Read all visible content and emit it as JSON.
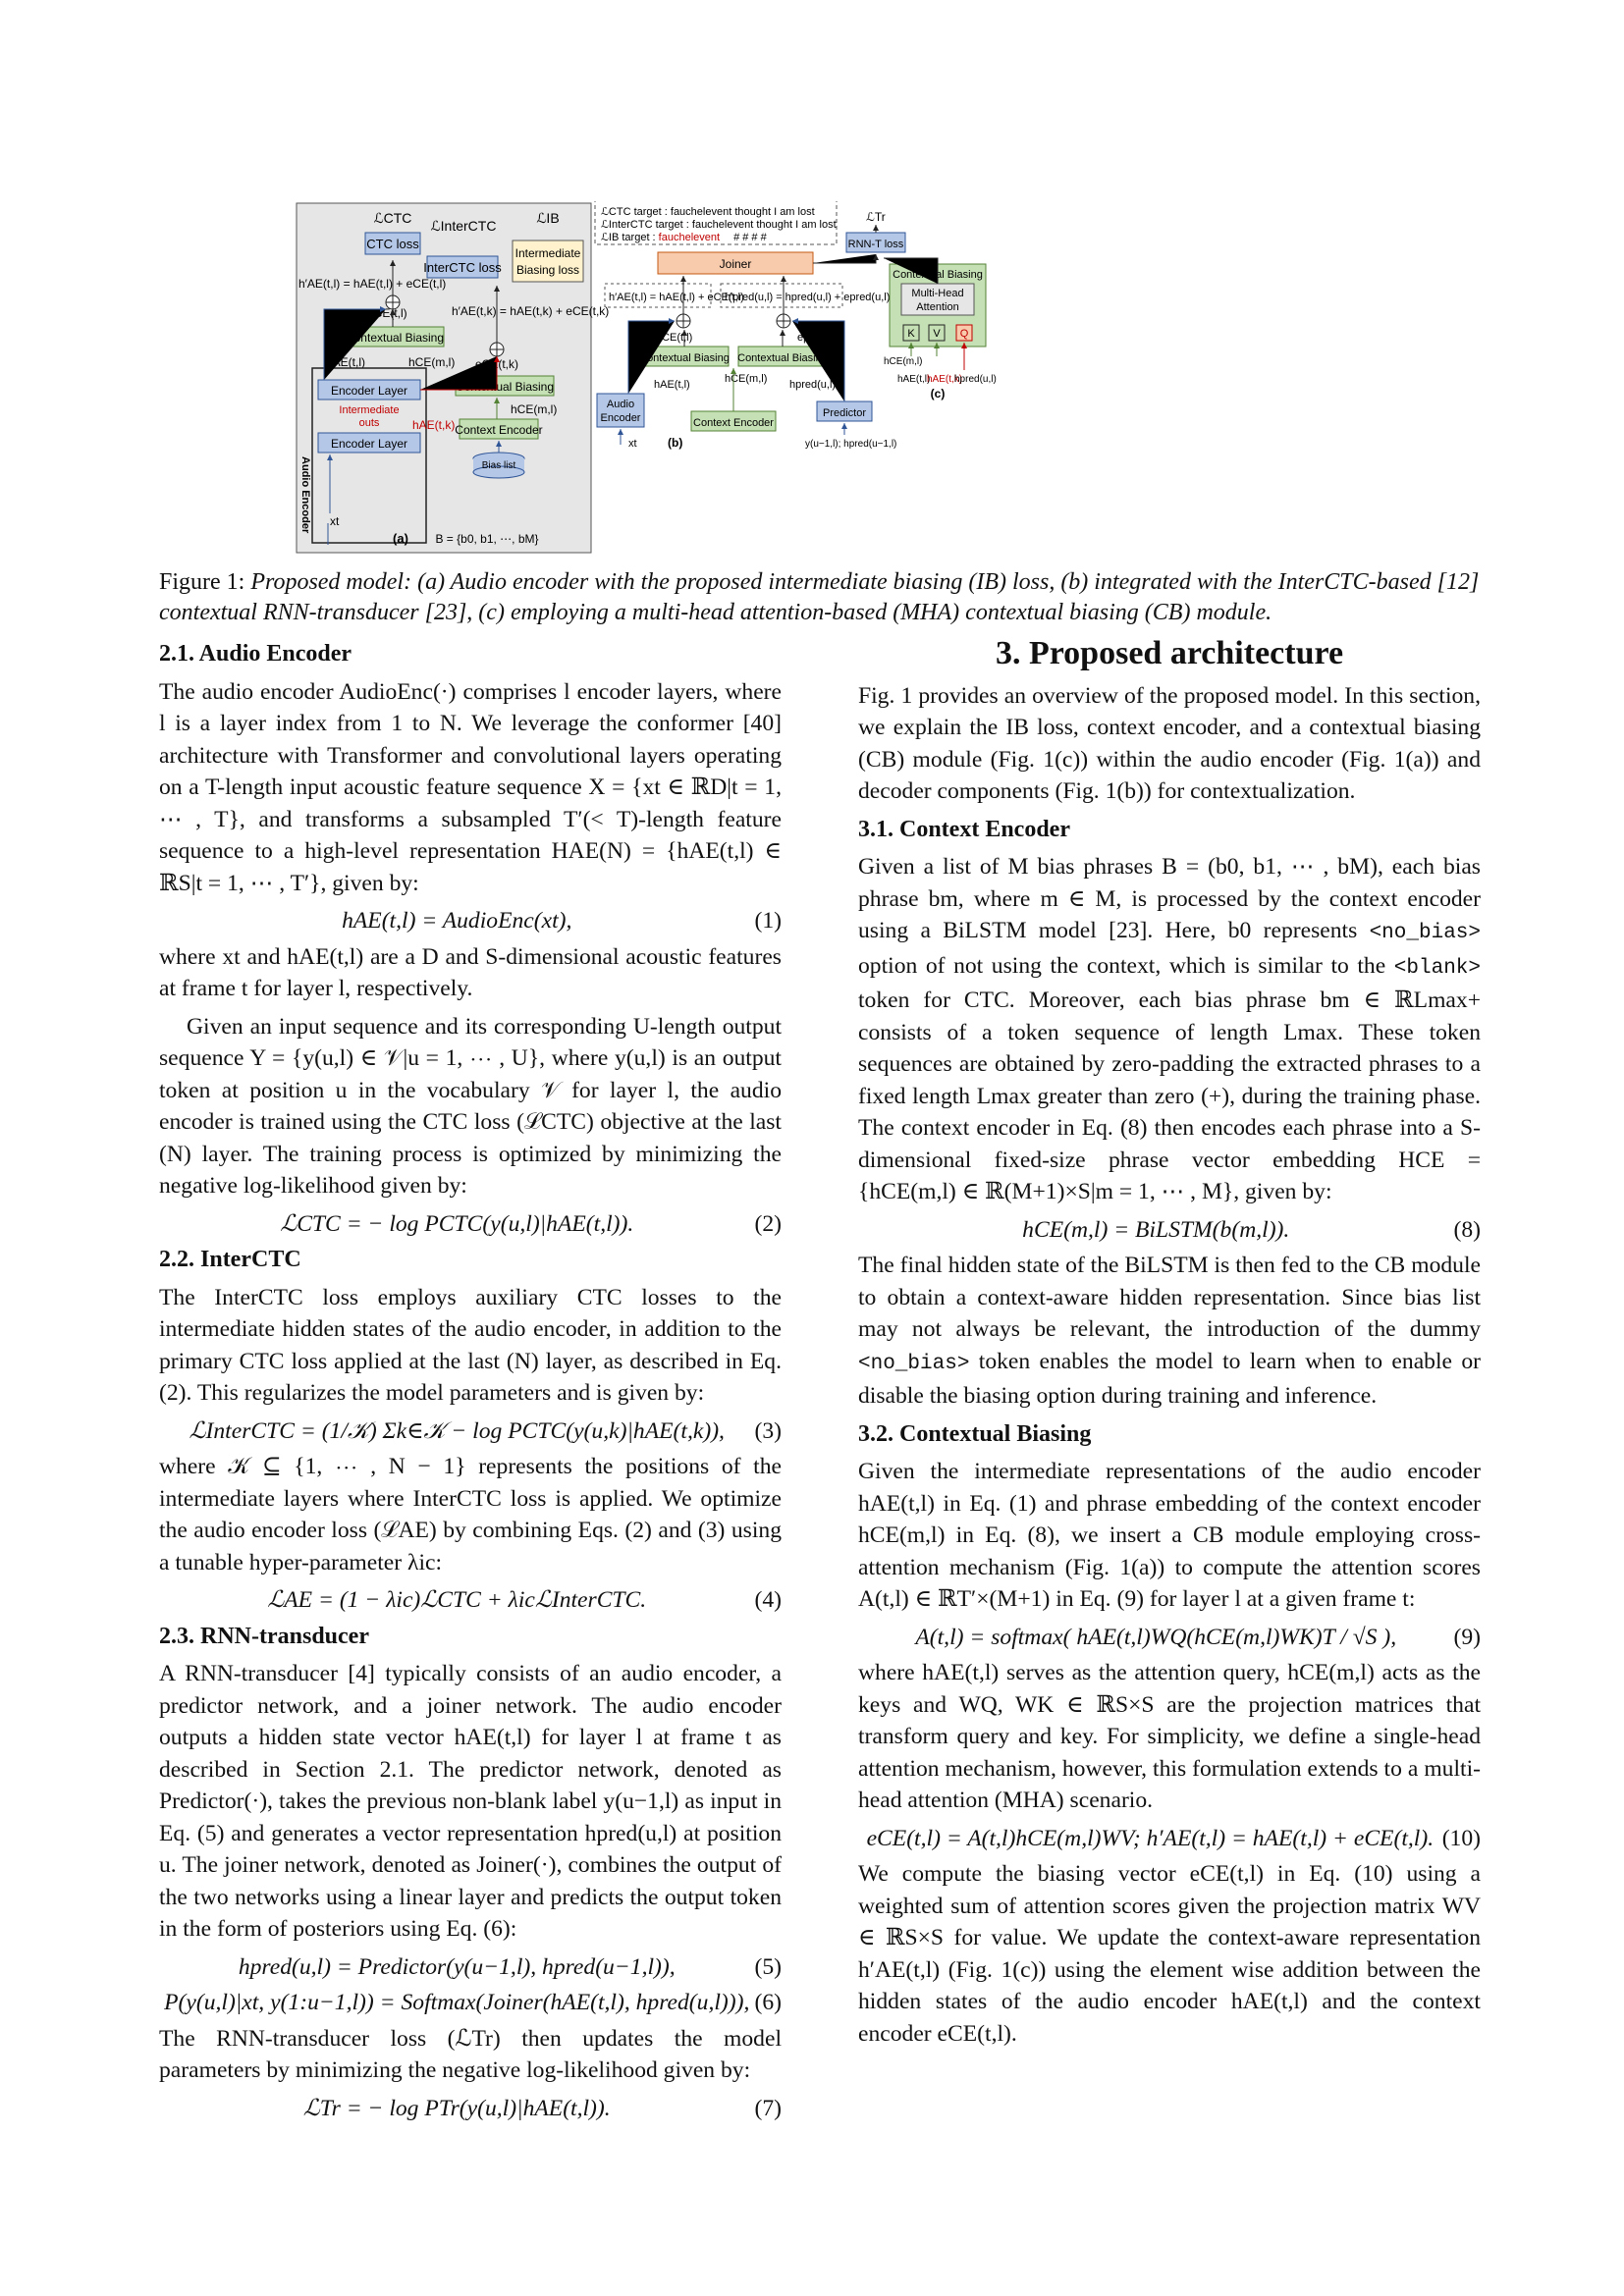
{
  "figure": {
    "a": {
      "label": "(a)",
      "l_ctc": "ℒCTC",
      "ctc_loss": "CTC loss",
      "l_interctc": "ℒInterCTC",
      "interctc_loss": "InterCTC loss",
      "l_ib": "ℒIB",
      "ib_loss_1": "Intermediate",
      "ib_loss_2": "Biasing loss",
      "h_update_top": "h′AE(t,l) = hAE(t,l) + eCE(t,l)",
      "h_update_k": "h′AE(t,k) = hAE(t,k) + eCE(t,k)",
      "e_ce_tl": "eCE(t,l)",
      "e_ce_tk": "eCE(t,k)",
      "cb_1": "Contextual Biasing",
      "cb_2": "Contextual Biasing",
      "h_ae_tl": "hAE(t,l)",
      "h_ce_ml_1": "hCE(m,l)",
      "h_ce_ml_2": "hCE(m,l)",
      "h_ae_tk": "hAE(t,k)",
      "encoder_layer_top": "Encoder Layer",
      "intermediate_outs_1": "Intermediate",
      "intermediate_outs_2": "outs",
      "encoder_layer_bottom": "Encoder Layer",
      "audio_encoder_side": "Audio Encoder",
      "context_encoder": "Context Encoder",
      "bias_list": "Bias list",
      "x_t": "xt",
      "bias_set": "B = {b0, b1, ⋯, bM}"
    },
    "b": {
      "label": "(b)",
      "target_ctc": "ℒCTC target : fauchelevent thought I am lost",
      "target_interctc": "ℒInterCTC target : fauchelevent thought I am lost",
      "target_ib_prefix": "ℒIB target : ",
      "target_ib_word": "fauchelevent",
      "target_ib_hashes": "#    # #    #",
      "joiner": "Joiner",
      "h_update_ae": "h′AE(t,l) = hAE(t,l) + eCE(t,l)",
      "h_update_pred": "h′pred(u,l) = hpred(u,l) + epred(u,l)",
      "e_ce": "eCE(t,l)",
      "e_pred": "epred(u,l)",
      "cb_left": "Contextual Biasing",
      "cb_right": "Contextual Biasing",
      "h_ae": "hAE(t,l)",
      "h_ce_1": "hCE(m,l)",
      "h_pred": "hpred(u,l)",
      "audio_encoder_1": "Audio",
      "audio_encoder_2": "Encoder",
      "context_encoder": "Context Encoder",
      "predictor": "Predictor",
      "x_t": "xt",
      "y_in": "y(u−1,l); hpred(u−1,l)",
      "l_tr": "ℒTr",
      "rnnt_loss": "RNN-T loss"
    },
    "c": {
      "label": "(c)",
      "cb": "Contextual Biasing",
      "mha_1": "Multi-Head",
      "mha_2": "Attention",
      "k": "K",
      "v": "V",
      "q": "Q",
      "h_ce": "hCE(m,l)",
      "query_ae": "hAE(t,l)",
      "query_ae_k": "hAE(t,k)",
      "query_pred": "hpred(u,l)"
    }
  },
  "caption": {
    "label": "Figure 1:",
    "text": "Proposed model: (a) Audio encoder with the proposed intermediate biasing (IB) loss, (b) integrated with the InterCTC-based [12] contextual RNN-transducer [23], (c) employing a multi-head attention-based (MHA) contextual biasing (CB) module."
  },
  "left": {
    "s21_title": "2.1.  Audio Encoder",
    "s21_p1": "The audio encoder AudioEnc(·) comprises l encoder layers, where l is a layer index from 1 to N. We leverage the conformer [40] architecture with Transformer and convolutional layers operating on a T-length input acoustic feature sequence X = {xt ∈ ℝD|t = 1, ⋯ , T}, and transforms a subsampled T′(< T)-length feature sequence to a high-level representation HAE(N) = {hAE(t,l) ∈ ℝS|t = 1, ⋯ , T′}, given by:",
    "eq1": "hAE(t,l) = AudioEnc(xt),",
    "eq1_num": "(1)",
    "s21_p2": "where xt and hAE(t,l) are a D and S-dimensional acoustic features at frame t for layer l, respectively.",
    "s21_p3": "Given an input sequence and its corresponding U-length output sequence Y = {y(u,l) ∈ 𝒱|u = 1, ⋯ , U}, where y(u,l) is an output token at position u in the vocabulary 𝒱 for layer l, the audio encoder is trained using the CTC loss (ℒCTC) objective at the last (N) layer. The training process is optimized by minimizing the negative log-likelihood given by:",
    "eq2": "ℒCTC = − log PCTC(y(u,l)|hAE(t,l)).",
    "eq2_num": "(2)",
    "s22_title": "2.2.  InterCTC",
    "s22_p1": "The InterCTC loss employs auxiliary CTC losses to the intermediate hidden states of the audio encoder, in addition to the primary CTC loss applied at the last (N) layer, as described in Eq. (2). This regularizes the model parameters and is given by:",
    "eq3": "ℒInterCTC = (1/𝒦) Σk∈𝒦 − log PCTC(y(u,k)|hAE(t,k)),",
    "eq3_num": "(3)",
    "s22_p2": "where 𝒦 ⊆ {1, ⋯ , N − 1} represents the positions of the intermediate layers where InterCTC loss is applied. We optimize the audio encoder loss (ℒAE) by combining Eqs. (2) and (3) using a tunable hyper-parameter λic:",
    "eq4": "ℒAE = (1 − λic)ℒCTC + λicℒInterCTC.",
    "eq4_num": "(4)",
    "s23_title": "2.3.  RNN-transducer",
    "s23_p1": "A RNN-transducer [4] typically consists of an audio encoder, a predictor network, and a joiner network. The audio encoder outputs a hidden state vector hAE(t,l) for layer l at frame t as described in Section 2.1. The predictor network, denoted as Predictor(·), takes the previous non-blank label y(u−1,l) as input in Eq. (5) and generates a vector representation hpred(u,l) at position u. The joiner network, denoted as Joiner(·), combines the output of the two networks using a linear layer and predicts the output token in the form of posteriors using Eq. (6):",
    "eq5": "hpred(u,l) = Predictor(y(u−1,l), hpred(u−1,l)),",
    "eq5_num": "(5)",
    "eq6": "P(y(u,l)|xt, y(1:u−1,l)) = Softmax(Joiner(hAE(t,l), hpred(u,l))),",
    "eq6_num": "(6)",
    "s23_p2": "The RNN-transducer loss (ℒTr) then updates the model parameters by minimizing the negative log-likelihood given by:",
    "eq7": "ℒTr = − log PTr(y(u,l)|hAE(t,l)).",
    "eq7_num": "(7)"
  },
  "right": {
    "s3_title": "3.  Proposed architecture",
    "s3_p1": "Fig. 1 provides an overview of the proposed model. In this section, we explain the IB loss, context encoder, and a contextual biasing (CB) module (Fig. 1(c)) within the audio encoder (Fig. 1(a)) and decoder components (Fig. 1(b)) for contextualization.",
    "s31_title": "3.1.  Context Encoder",
    "s31_p1a": "Given a list of M bias phrases B = (b0, b1, ⋯ , bM), each bias phrase bm, where m ∈ M, is processed by the context encoder using a BiLSTM model [23]. Here, b0 represents ",
    "s31_no_bias": "<no_bias>",
    "s31_p1b": " option of not using the context, which is similar to the ",
    "s31_blank": "<blank>",
    "s31_p1c": " token for CTC. Moreover, each bias phrase bm ∈ ℝLmax+ consists of a token sequence of length Lmax. These token sequences are obtained by zero-padding the extracted phrases to a fixed length Lmax greater than zero (+), during the training phase. The context encoder in Eq. (8) then encodes each phrase into a S-dimensional fixed-size phrase vector embedding HCE = {hCE(m,l) ∈ ℝ(M+1)×S|m = 1, ⋯ , M}, given by:",
    "eq8": "hCE(m,l) = BiLSTM(b(m,l)).",
    "eq8_num": "(8)",
    "s31_p2a": "The final hidden state of the BiLSTM is then fed to the CB module to obtain a context-aware hidden representation. Since bias list may not always be relevant, the introduction of the dummy ",
    "s31_no_bias_2": "<no_bias>",
    "s31_p2b": " token enables the model to learn when to enable or disable the biasing option during training and inference.",
    "s32_title": "3.2.  Contextual Biasing",
    "s32_p1": "Given the intermediate representations of the audio encoder hAE(t,l) in Eq. (1) and phrase embedding of the context encoder hCE(m,l) in Eq. (8), we insert a CB module employing cross-attention mechanism (Fig. 1(a)) to compute the attention scores A(t,l) ∈ ℝT′×(M+1) in Eq. (9) for layer l at a given frame t:",
    "eq9": "A(t,l) = softmax( hAE(t,l)WQ(hCE(m,l)WK)T / √S ),",
    "eq9_num": "(9)",
    "s32_p2": "where hAE(t,l) serves as the attention query, hCE(m,l) acts as the keys and WQ, WK ∈ ℝS×S are the projection matrices that transform query and key. For simplicity, we define a single-head attention mechanism, however, this formulation extends to a multi-head attention (MHA) scenario.",
    "eq10": "eCE(t,l) = A(t,l)hCE(m,l)WV;   h′AE(t,l) = hAE(t,l) + eCE(t,l).",
    "eq10_num": "(10)",
    "s32_p3": "We compute the biasing vector eCE(t,l) in Eq. (10) using a weighted sum of attention scores given the projection matrix WV ∈ ℝS×S for value. We update the context-aware representation h′AE(t,l) (Fig. 1(c)) using the element wise addition between the hidden states of the audio encoder hAE(t,l) and the context encoder eCE(t,l)."
  },
  "colors": {
    "loss_blue": "#b4c7e7",
    "cb_green": "#c5e0b4",
    "ib_yellow": "#fff2cc",
    "joiner_orange": "#f8cbad",
    "panel_gray": "#e7e6e6",
    "red": "#c00000"
  }
}
